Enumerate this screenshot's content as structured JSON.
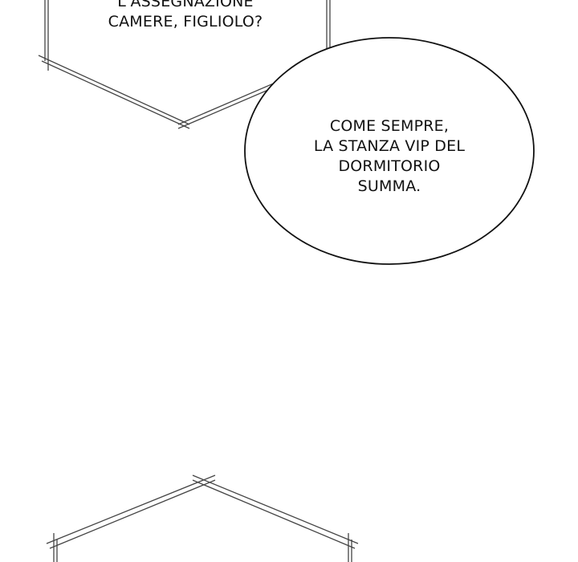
{
  "panel_top_hexagon": {
    "lines": [
      "L'ASSEGNAZIONE",
      "CAMERE, FIGLIOLO?"
    ]
  },
  "speech_bubble_oval": {
    "lines": [
      "COME SEMPRE,",
      "LA STANZA VIP DEL",
      "DORMITORIO",
      "SUMMA."
    ]
  },
  "colors": {
    "background": "#ffffff",
    "ink": "#111111",
    "hex_outline": "#444444"
  }
}
